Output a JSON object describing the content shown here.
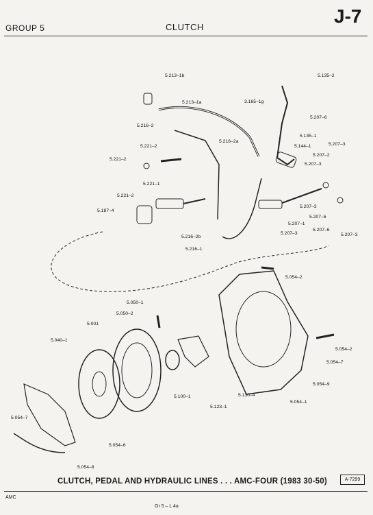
{
  "header": {
    "group": "GROUP 5",
    "title": "CLUTCH",
    "page": "J-7"
  },
  "caption": "CLUTCH, PEDAL AND HYDRAULIC LINES . . . AMC-FOUR (1983 30-50)",
  "figure_number": "A-7299",
  "footer": {
    "left": "AMC",
    "center": "Gr 5  –  L 4a"
  },
  "parts": {
    "p5213_1b": "5.213–1b",
    "p5213_1a": "5.213–1a",
    "p3165_1g": "3.165–1g",
    "p5135_2": "5.135–2",
    "p5207_6a": "5.207–6",
    "p5216_2": "5.216–2",
    "p5135_1": "5.135–1",
    "p5216_2a": "5.216–2a",
    "p5221_2a": "5.221–2",
    "p5144_1": "5.144–1",
    "p5207_3a": "5.207–3",
    "p5221_2b": "5.221–2",
    "p5207_2": "5.207–2",
    "p5207_3b": "5.207–3",
    "p5221_1": "5.221–1",
    "p5221_2c": "5.221–2",
    "p5187_4": "5.187–4",
    "p5207_3c": "5.207–3",
    "p5207_6b": "5.207–6",
    "p5207_1": "5.207–1",
    "p5207_6c": "5.207–6",
    "p5216_2b": "5.216–2b",
    "p5207_3d": "5.207–3",
    "p5207_3e": "5.207–3",
    "p5216_1": "5.216–1",
    "p5054_2a": "5.054–2",
    "p5050_1": "5.050–1",
    "p5050_2": "5.050–2",
    "p5001": "5.001",
    "p5040_1": "5.040–1",
    "p5054_2b": "5.054–2",
    "p5054_7a": "5.054–7",
    "p5054_9": "5.054–9",
    "p5100_1": "5.100–1",
    "p5130_4": "5.130–4",
    "p5123_1": "5.123–1",
    "p5054_1": "5.054–1",
    "p5054_7b": "5.054–7",
    "p5054_6": "5.054–6",
    "p5054_8": "5.054–8"
  }
}
